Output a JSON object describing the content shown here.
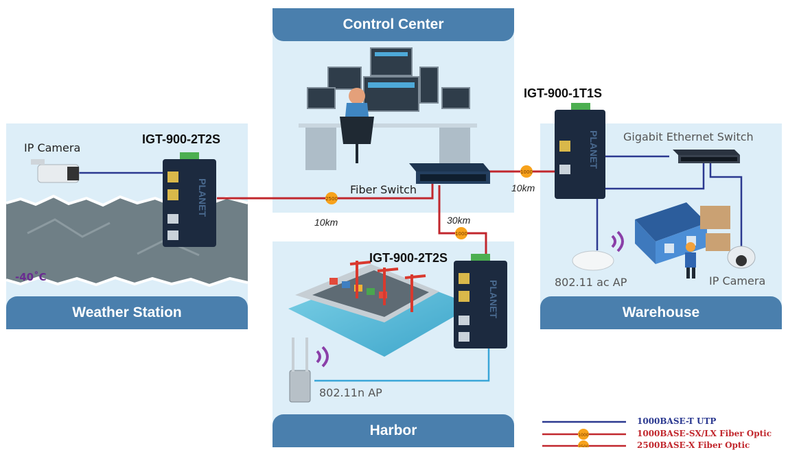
{
  "zones": {
    "control_center": "Control Center",
    "weather_station": "Weather Station",
    "harbor": "Harbor",
    "warehouse": "Warehouse"
  },
  "devices": {
    "weather_switch": "IGT-900-2T2S",
    "harbor_switch": "IGT-900-2T2S",
    "warehouse_switch": "IGT-900-1T1S",
    "fiber_switch": "Fiber Switch",
    "gigabit_switch": "Gigabit Ethernet Switch",
    "ip_camera_weather": "IP Camera",
    "ip_camera_warehouse": "IP Camera",
    "ap_warehouse": "802.11 ac AP",
    "ap_harbor": "802.11n AP",
    "temperature": "-40˚C"
  },
  "links": {
    "weather_distance": "10km",
    "harbor_distance": "30km",
    "warehouse_distance": "10km",
    "badge_2500": "2500",
    "badge_1000": "1000"
  },
  "legend": {
    "utp": "1000BASE-T UTP",
    "fiber_1000": "1000BASE-SX/LX Fiber Optic",
    "fiber_2500": "2500BASE-X Fiber Optic",
    "badge_1000": "1000",
    "badge_2500": "2500"
  },
  "colors": {
    "utp_line": "#2b3990",
    "fiber_line": "#c1272d",
    "harbor_ap_line": "#3aa6d8",
    "tab_bg": "#4a7fad",
    "panel_bg": "#ddeef8",
    "badge": "#f7a21b",
    "temperature_text": "#6a2c91"
  },
  "device_brand": "PLANET"
}
